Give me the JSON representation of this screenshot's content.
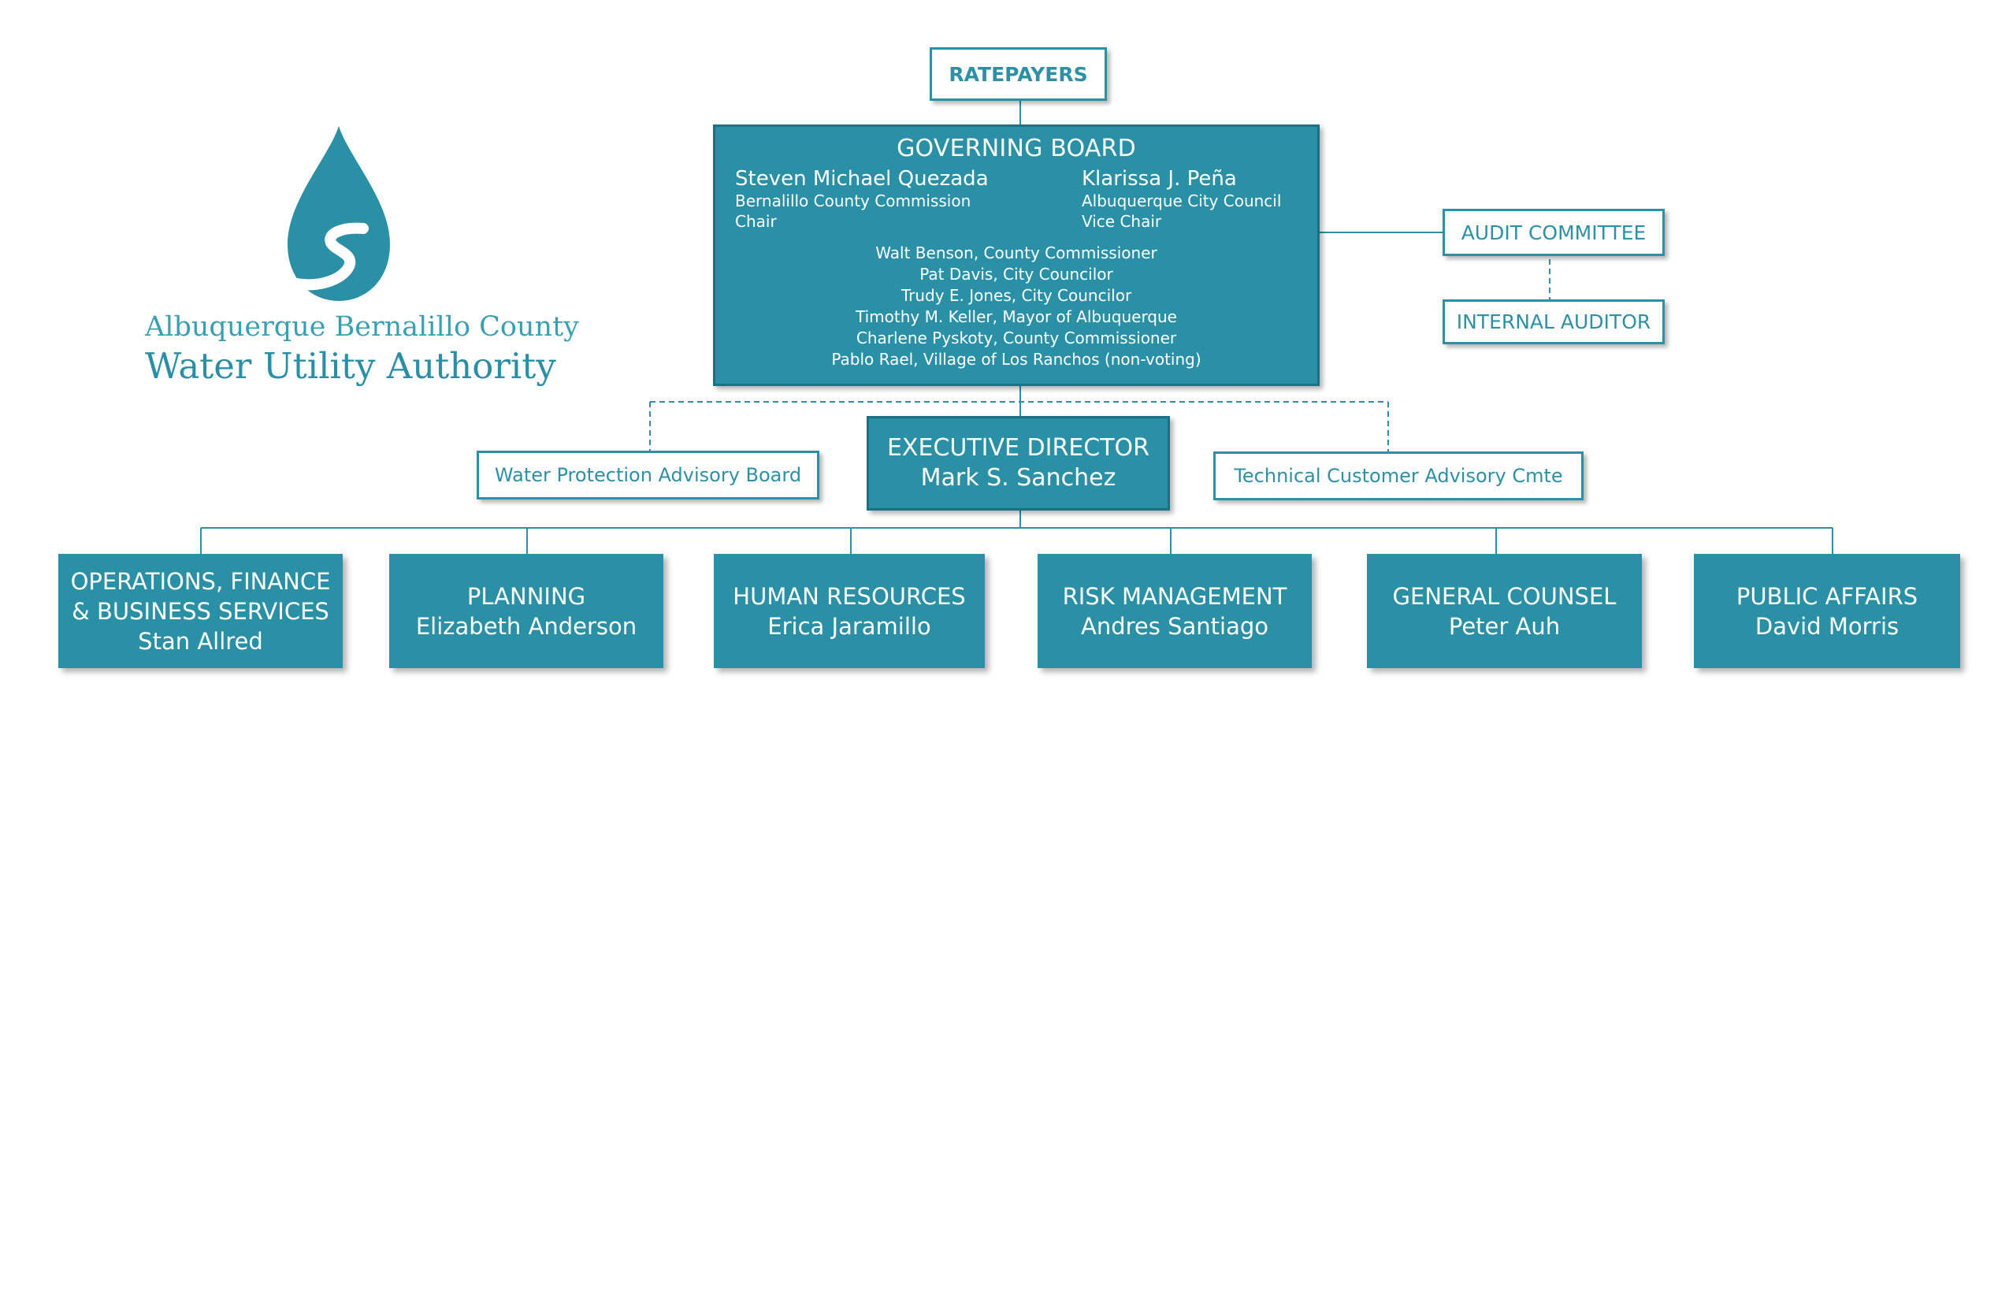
{
  "colors": {
    "primary": "#2a90a6",
    "border_dark": "#1d6f82",
    "line": "#2f8fa4",
    "background": "#ffffff"
  },
  "logo": {
    "icon": "water-drop-icon",
    "line1": "Albuquerque Bernalillo County",
    "line2": "Water Utility Authority"
  },
  "ratepayers": "RATEPAYERS",
  "governing_board": {
    "title": "GOVERNING BOARD",
    "chair": {
      "name": "Steven Michael Quezada",
      "org": "Bernalillo County Commission",
      "role": "Chair"
    },
    "vice_chair": {
      "name": "Klarissa J. Peña",
      "org": "Albuquerque City Council",
      "role": "Vice Chair"
    },
    "members": [
      "Walt Benson, County Commissioner",
      "Pat Davis, City Councilor",
      "Trudy E. Jones, City Councilor",
      "Timothy M. Keller, Mayor of Albuquerque",
      "Charlene Pyskoty, County Commissioner",
      "Pablo Rael, Village of Los Ranchos (non-voting)"
    ]
  },
  "audit_committee": "AUDIT COMMITTEE",
  "internal_auditor": "INTERNAL AUDITOR",
  "executive_director": {
    "title": "EXECUTIVE DIRECTOR",
    "name": "Mark S. Sanchez"
  },
  "advisory": {
    "left": "Water Protection Advisory Board",
    "right": "Technical Customer Advisory Cmte"
  },
  "departments": [
    {
      "title": "OPERATIONS, FINANCE\n& BUSINESS SERVICES",
      "name": "Stan Allred"
    },
    {
      "title": "PLANNING",
      "name": "Elizabeth Anderson"
    },
    {
      "title": "HUMAN RESOURCES",
      "name": "Erica Jaramillo"
    },
    {
      "title": "RISK MANAGEMENT",
      "name": "Andres Santiago"
    },
    {
      "title": "GENERAL COUNSEL",
      "name": "Peter Auh"
    },
    {
      "title": "PUBLIC AFFAIRS",
      "name": "David Morris"
    }
  ]
}
